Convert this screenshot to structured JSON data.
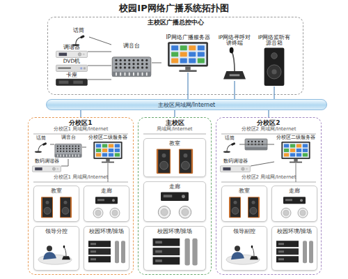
{
  "diagram": {
    "title": "校园IP网络广播系统拓扑图",
    "nodes": [
      {
        "text": [
          "主校区广播总控中心"
        ]
      },
      {
        "text": [
          "话筒"
        ],
        "in": 0
      },
      {
        "text": [
          "调谐器"
        ],
        "in": 0
      },
      {
        "text": [
          "DVD机"
        ],
        "in": 0
      },
      {
        "text": [
          "卡座"
        ],
        "in": 0
      },
      {
        "text": [
          "调音台"
        ],
        "in": 0
      },
      {
        "text": [
          "IP网络广播服务器"
        ],
        "in": 0
      },
      {
        "text": [
          "IP网络寻呼对讲终端"
        ],
        "in": 0
      },
      {
        "text": [
          "IP网络监听有源音箱"
        ],
        "in": 0
      },
      {
        "text": [
          "主校区局域网/Internet"
        ]
      },
      {
        "text": [
          "分校区1"
        ]
      },
      {
        "text": [
          "话筒"
        ],
        "in": 10
      },
      {
        "text": [
          "调音台"
        ],
        "in": 10
      },
      {
        "text": [
          "分校区二级服务器"
        ],
        "in": 10
      },
      {
        "text": [
          "数码调谐器"
        ],
        "in": 10
      },
      {
        "text": [
          "教室"
        ],
        "in": 10
      },
      {
        "text": [
          "走廊"
        ],
        "in": 10
      },
      {
        "text": [
          "领导分控"
        ],
        "in": 10
      },
      {
        "text": [
          "校园环境/操场"
        ],
        "in": 10
      },
      {
        "text": [
          "主校区"
        ]
      },
      {
        "text": [
          "教室"
        ],
        "in": 19
      },
      {
        "text": [
          "走廊"
        ],
        "in": 19
      },
      {
        "text": [
          "校园环境/操场"
        ],
        "in": 19
      },
      {
        "text": [
          "分校区2"
        ]
      },
      {
        "text": [
          "话筒"
        ],
        "in": 23
      },
      {
        "text": [
          "分校区二级服务器"
        ],
        "in": 23
      },
      {
        "text": [
          "数码调谐器"
        ],
        "in": 23
      },
      {
        "text": [
          "教室"
        ],
        "in": 23
      },
      {
        "text": [
          "走廊"
        ],
        "in": 23
      },
      {
        "text": [
          "领导副控"
        ],
        "in": 23
      },
      {
        "text": [
          "校园环境/操场"
        ],
        "in": 23
      }
    ],
    "edges": [
      {
        "from": 1,
        "to": 5,
        "arrow": "none"
      },
      {
        "from": 2,
        "to": 5,
        "arrow": "none"
      },
      {
        "from": 3,
        "to": 5,
        "arrow": "none"
      },
      {
        "from": 4,
        "to": 5,
        "arrow": "none"
      },
      {
        "from": 5,
        "to": 6,
        "arrow": "none"
      },
      {
        "from": 6,
        "to": 9,
        "arrow": "none"
      },
      {
        "from": 7,
        "to": 9,
        "arrow": "none"
      },
      {
        "from": 8,
        "to": 9,
        "arrow": "none"
      },
      {
        "from": 9,
        "to": 10,
        "arrow": "none"
      },
      {
        "from": 9,
        "to": 19,
        "arrow": "none"
      },
      {
        "from": 9,
        "to": 23,
        "arrow": "none"
      },
      {
        "from": 11,
        "to": 12,
        "arrow": "none"
      },
      {
        "from": 12,
        "to": 13,
        "arrow": "none"
      },
      {
        "from": 14,
        "to": 12,
        "arrow": "none"
      },
      {
        "from": 24,
        "to": 25,
        "arrow": "none"
      },
      {
        "from": 26,
        "to": 25,
        "arrow": "none"
      }
    ],
    "labels": [
      "分校区1 局域网/Internet",
      "分校区1 局域网/Internet",
      "局域网/Internet",
      "分校区2 局域网/Internet",
      "分校区2 局域网/Internet"
    ]
  }
}
